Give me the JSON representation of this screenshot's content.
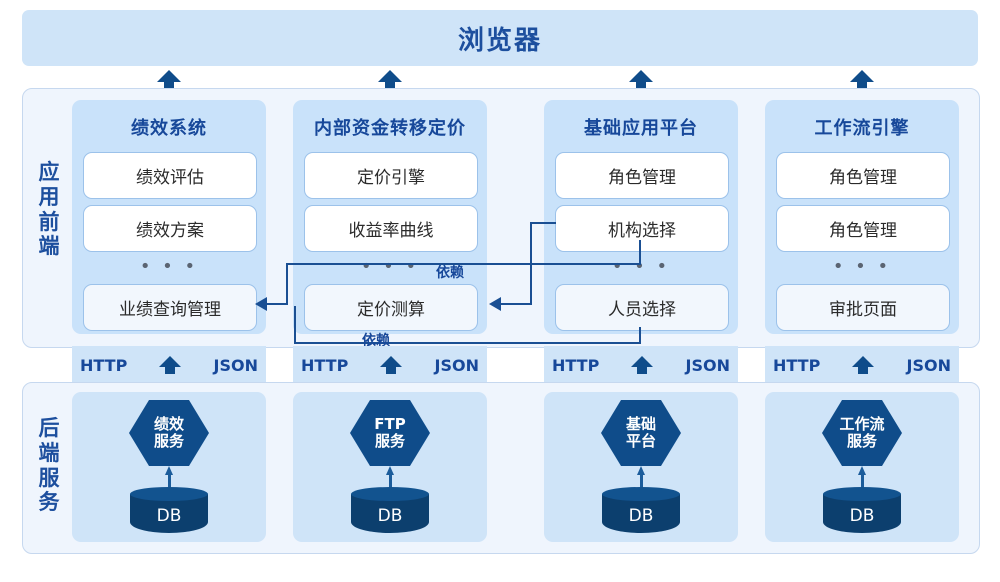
{
  "diagram": {
    "browser": {
      "label": "浏览器"
    },
    "frontend": {
      "side_label": "应用前端",
      "columns": [
        {
          "title": "绩效系统",
          "modules": [
            "绩效评估",
            "绩效方案",
            "业绩查询管理"
          ],
          "ellipsis": "• • •"
        },
        {
          "title": "内部资金转移定价",
          "modules": [
            "定价引擎",
            "收益率曲线",
            "定价测算"
          ],
          "ellipsis": "• • •"
        },
        {
          "title": "基础应用平台",
          "modules": [
            "角色管理",
            "机构选择",
            "人员选择"
          ],
          "ellipsis": "• • •"
        },
        {
          "title": "工作流引擎",
          "modules": [
            "角色管理",
            "角色管理",
            "审批页面"
          ],
          "ellipsis": "• • •"
        }
      ]
    },
    "protocol_band": [
      {
        "left": "HTTP",
        "right": "JSON"
      },
      {
        "left": "HTTP",
        "right": "JSON"
      },
      {
        "left": "HTTP",
        "right": "JSON"
      },
      {
        "left": "HTTP",
        "right": "JSON"
      }
    ],
    "backend": {
      "side_label": "后端服务",
      "services": [
        {
          "name_line1": "绩效",
          "name_line2": "服务",
          "db": "DB"
        },
        {
          "name_line1": "FTP",
          "name_line2": "服务",
          "db": "DB"
        },
        {
          "name_line1": "基础",
          "name_line2": "平台",
          "db": "DB"
        },
        {
          "name_line1": "工作流",
          "name_line2": "服务",
          "db": "DB"
        }
      ]
    },
    "dependencies": [
      {
        "label": "依赖",
        "from": "机构选择",
        "to": "定价测算"
      },
      {
        "label": "依赖",
        "from": "人员选择",
        "to": "业绩查询管理"
      }
    ],
    "colors": {
      "banner_bg": "#cfe4f8",
      "column_bg": "#c9e2fa",
      "frame_bg": "#eff5fd",
      "accent_text": "#17489a",
      "service_fill": "#0f4c8a",
      "db_fill": "#0c3f6e",
      "connector": "#1a4f93"
    }
  }
}
